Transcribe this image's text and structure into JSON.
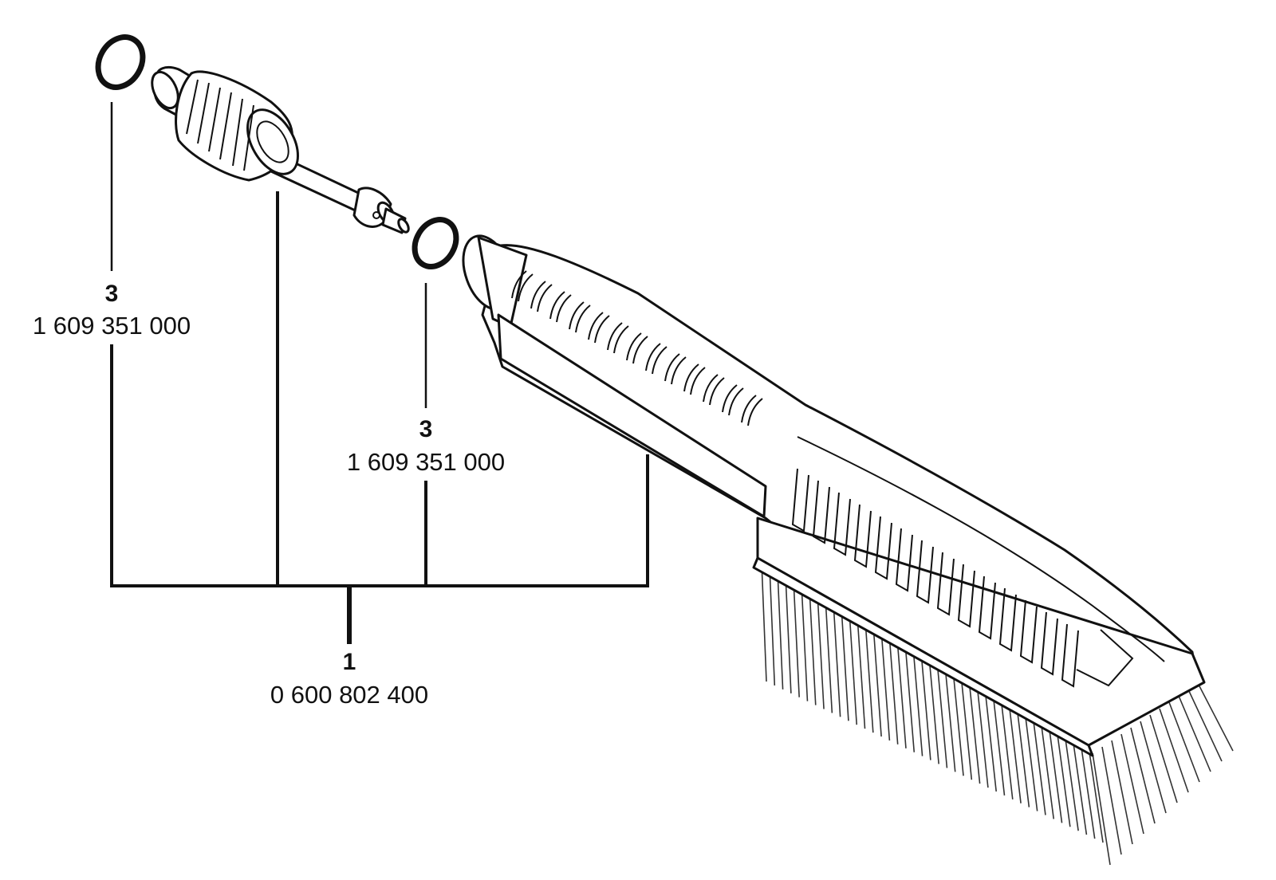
{
  "callouts": [
    {
      "id": "seal-left",
      "number": "3",
      "part_no": "1 609 351 000"
    },
    {
      "id": "seal-middle",
      "number": "3",
      "part_no": "1 609 351 000"
    },
    {
      "id": "assembly",
      "number": "1",
      "part_no": "0 600 802 400"
    }
  ],
  "colors": {
    "ink": "#111111",
    "background": "#ffffff"
  },
  "icons": [
    "o-ring-seal",
    "o-ring-seal",
    "nozzle-adapter",
    "wash-brush"
  ]
}
